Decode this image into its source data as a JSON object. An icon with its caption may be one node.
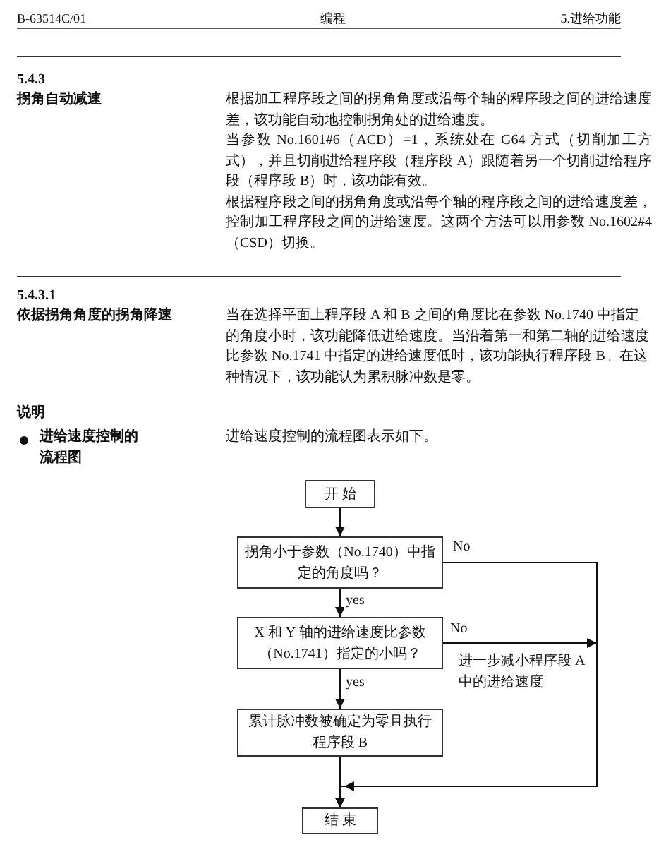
{
  "diagram": {
    "nodes": [
      {
        "text": [
          "开 始"
        ]
      },
      {
        "text": [
          "拐角小于参数（No.1740）中指定的角度吗？"
        ]
      },
      {
        "text": [
          "X 和 Y 轴的进给速度比参数（No.1741）指定的小吗？"
        ]
      },
      {
        "text": [
          "累计脉冲数被确定为零且执行程序段 B"
        ]
      },
      {
        "text": [
          "结 束"
        ]
      }
    ],
    "edges": [
      {
        "from": 0,
        "to": 1,
        "arrow": "to"
      },
      {
        "from": 1,
        "to": 2,
        "arrow": "to",
        "label": "yes"
      },
      {
        "from": 2,
        "to": 3,
        "arrow": "to",
        "label": "yes"
      },
      {
        "from": 3,
        "to": 4,
        "arrow": "to"
      },
      {
        "from": 1,
        "to": 4,
        "arrow": "to",
        "label": "No"
      },
      {
        "from": 2,
        "to": 4,
        "arrow": "to",
        "label": "No"
      }
    ],
    "labels": [
      "B-63514C/01",
      "编程",
      "5.进给功能",
      "5.4.3",
      "拐角自动减速",
      "根据加工程序段之间的拐角角度或沿每个轴的程序段之间的进给速度差，该功能自动地控制拐角处的进给速度。",
      "当参数 No.1601#6（ACD）=1，系统处在 G64 方式（切削加工方式），并且切削进给程序段（程序段 A）跟随着另一个切削进给程序段（程序段 B）时，该功能有效。",
      "根据程序段之间的拐角角度或沿每个轴的程序段之间的进给速度差，控制加工程序段之间的进给速度。这两个方法可以用参数 No.1602#4（CSD）切换。",
      "5.4.3.1",
      "依据拐角角度的拐角降速",
      "当在选择平面上程序段 A 和 B 之间的角度比在参数 No.1740 中指定的角度小时，该功能降低进给速度。当沿着第一和第二轴的进给速度比参数 No.1741 中指定的进给速度低时，该功能执行程序段 B。在这种情况下，该功能认为累积脉冲数是零。",
      "说明",
      "进给速度控制的流程图",
      "进给速度控制的流程图表示如下。",
      "进一步减小程序段 A 中的进给速度"
    ]
  }
}
